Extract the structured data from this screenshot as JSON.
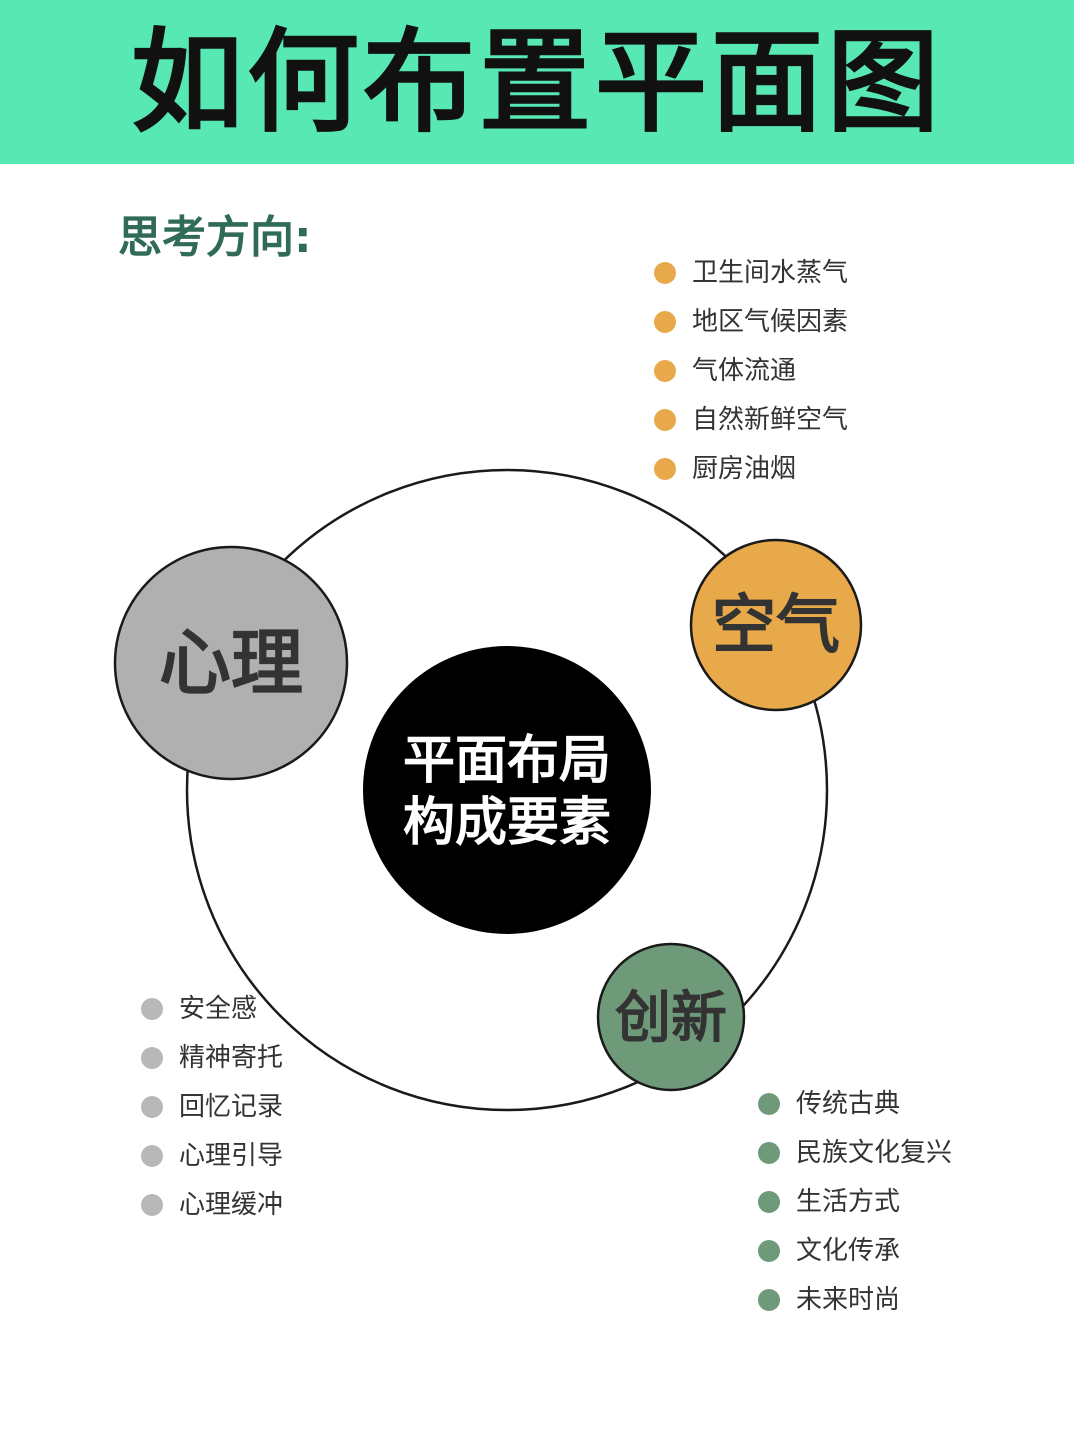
{
  "header": {
    "title": "如何布置平面图"
  },
  "subtitle": "思考方向:",
  "colors": {
    "header_bg": "#58e8b3",
    "subtitle": "#2f6b55",
    "psychology": "#b0b0b0",
    "air": "#e8a94b",
    "innovation": "#6e9a7a",
    "center": "#000000"
  },
  "center": {
    "line1": "平面布局",
    "line2": "构成要素"
  },
  "nodes": {
    "psychology": "心理",
    "air": "空气",
    "innovation": "创新"
  },
  "lists": {
    "air": [
      "卫生间水蒸气",
      "地区气候因素",
      "气体流通",
      "自然新鲜空气",
      "厨房油烟"
    ],
    "psychology": [
      "安全感",
      "精神寄托",
      "回忆记录",
      "心理引导",
      "心理缓冲"
    ],
    "innovation": [
      "传统古典",
      "民族文化复兴",
      "生活方式",
      "文化传承",
      "未来时尚"
    ]
  }
}
